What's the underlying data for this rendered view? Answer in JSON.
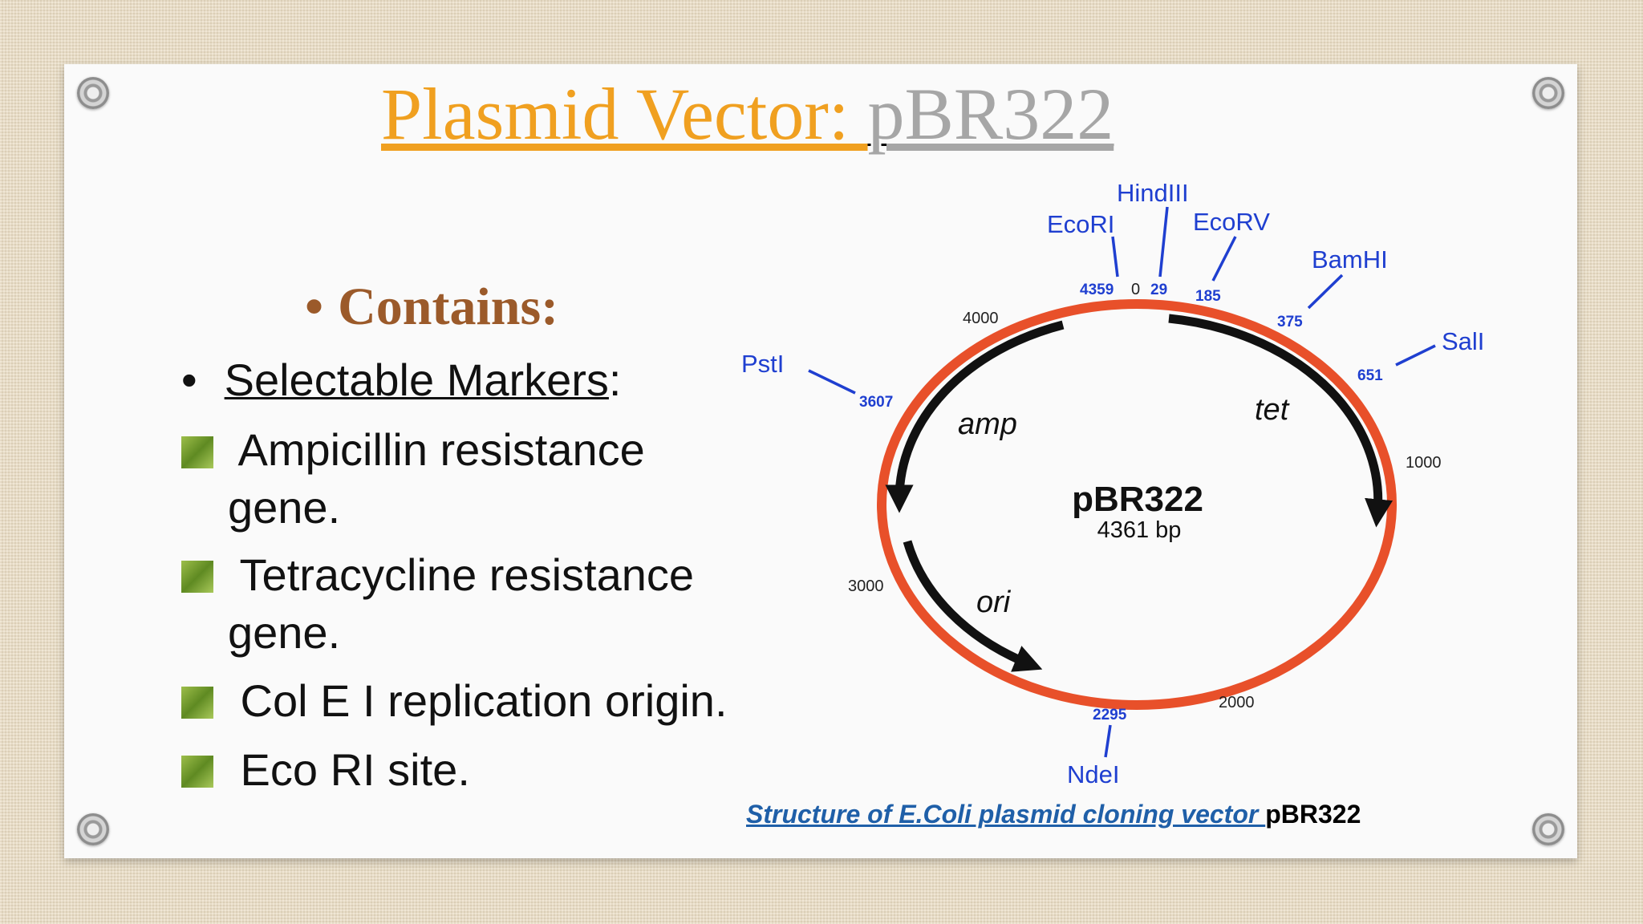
{
  "slide": {
    "title_part1": "Plasmid Vector: ",
    "title_part2": "pBR322",
    "heading": "Contains:",
    "heading_bullet": "•",
    "selectable_bullet": "•",
    "selectable_label": "Selectable Markers",
    "selectable_colon": ":",
    "items": [
      {
        "line1": " Ampicillin resistance",
        "line2": "gene."
      },
      {
        "line1": " Tetracycline resistance",
        "line2": "gene."
      },
      {
        "line1": " Col E I replication origin."
      },
      {
        "line1": " Eco RI site."
      }
    ],
    "caption_link": "Structure of E.Coli plasmid cloning vector ",
    "caption_bold": "pBR322"
  },
  "diagram": {
    "name": "pBR322",
    "size": "4361 bp",
    "genes": [
      "amp",
      "tet",
      "ori"
    ],
    "sites": [
      {
        "name": "EcoRI",
        "pos": "4359"
      },
      {
        "name": "HindIII",
        "pos": "29"
      },
      {
        "name": "EcoRV",
        "pos": "185"
      },
      {
        "name": "BamHI",
        "pos": "375"
      },
      {
        "name": "SalI",
        "pos": "651"
      },
      {
        "name": "PstI",
        "pos": "3607"
      },
      {
        "name": "NdeI",
        "pos": "2295"
      }
    ],
    "ticks": [
      "0",
      "1000",
      "2000",
      "3000",
      "4000"
    ],
    "colors": {
      "ring": "#e8502a",
      "site_label": "#1f3fd0",
      "arrows": "#111111"
    }
  }
}
